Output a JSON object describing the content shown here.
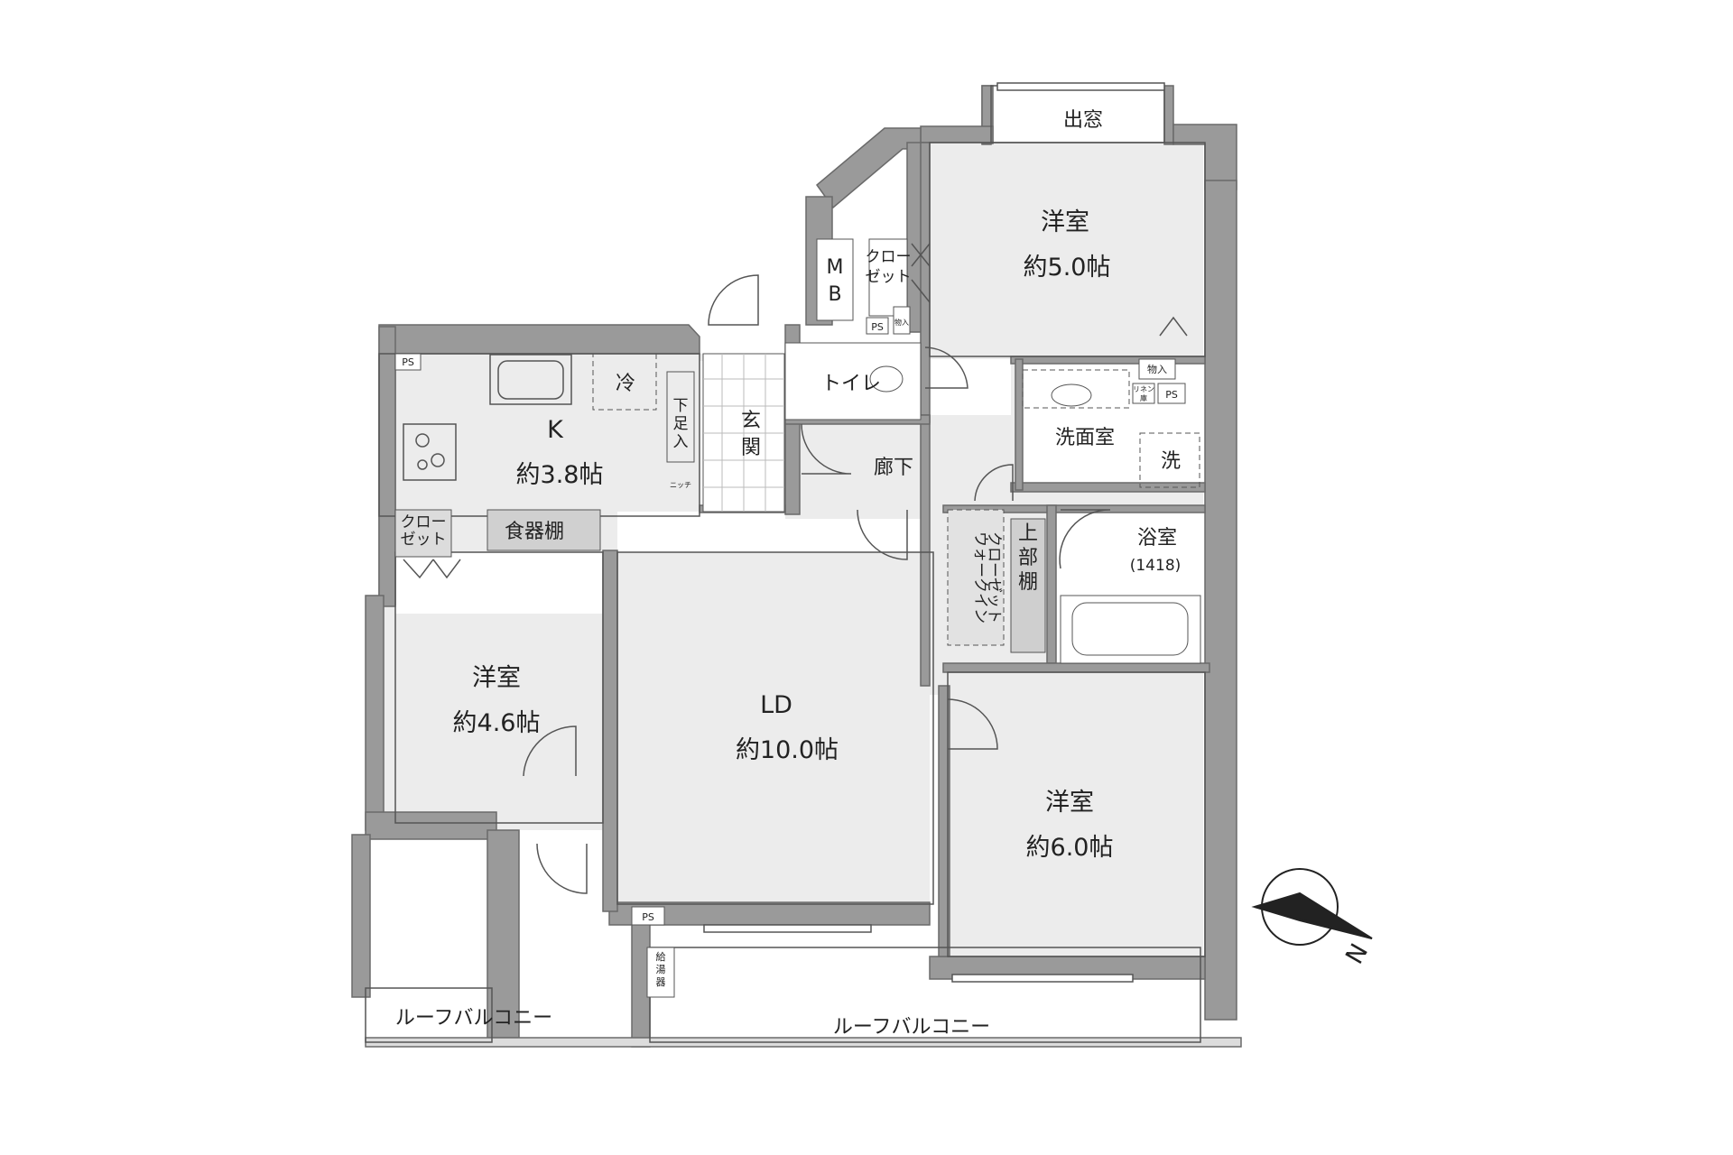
{
  "rooms": {
    "western_north": {
      "name": "洋室",
      "size": "約5.0帖"
    },
    "bay_window": "出窓",
    "kitchen": {
      "name": "K",
      "size": "約3.8帖"
    },
    "western_west": {
      "name": "洋室",
      "size": "約4.6帖"
    },
    "living_dining": {
      "name": "LD",
      "size": "約10.0帖"
    },
    "western_south": {
      "name": "洋室",
      "size": "約6.0帖"
    },
    "toilet": "トイレ",
    "entrance": "玄関",
    "hallway": "廊下",
    "washroom": "洗面室",
    "bathroom": {
      "name": "浴室",
      "size": "(1418)"
    }
  },
  "fixtures": {
    "mb": [
      "M",
      "B"
    ],
    "closet_a": [
      "クロー",
      "ゼット"
    ],
    "closet_b": [
      "クロー",
      "ゼット"
    ],
    "storage_small_1": "物入",
    "storage_small_2": "物入",
    "ps_kitchen": "PS",
    "ps_mb": "PS",
    "ps_wash": "PS",
    "ps_ld": "PS",
    "fridge": "冷",
    "shoe_box": [
      "下",
      "足",
      "入"
    ],
    "niche": "ニッチ",
    "dish_shelf": "食器棚",
    "walk_in_closet": [
      "ウォークイン",
      "クローゼット"
    ],
    "upper_shelf": [
      "上",
      "部",
      "棚"
    ],
    "washer": "洗",
    "linen": [
      "リネン",
      "庫"
    ],
    "water_heater": [
      "給",
      "湯",
      "器"
    ]
  },
  "balconies": {
    "west": "ルーフバルコニー",
    "south": "ルーフバルコニー"
  },
  "compass": {
    "label": "N"
  },
  "colors": {
    "wall": "#9a9a9a",
    "wall_edge": "#6a6a6a",
    "floor": "#ececec",
    "wet_area": "#f2f2f2",
    "line": "#555555"
  }
}
